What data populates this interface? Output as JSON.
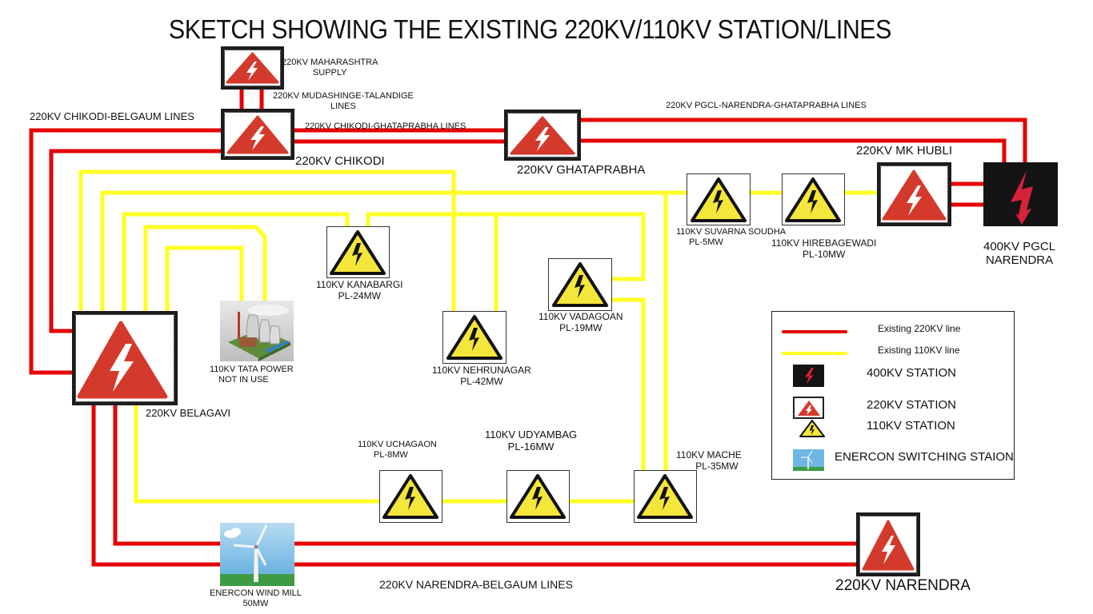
{
  "title": "SKETCH SHOWING THE EXISTING 220KV/110KV STATION/LINES",
  "colors": {
    "line_220kv": "#e60000",
    "line_110kv": "#ffff22",
    "icon_220kv": "#d33a2c",
    "icon_400kv": "#d8213a",
    "icon_110kv": "#f4e63a"
  },
  "stations": {
    "maharashtra": {
      "type": "220kv",
      "line1": "220KV MAHARASHTRA",
      "line2": "SUPPLY"
    },
    "chikodi": {
      "type": "220kv",
      "label": "220KV CHIKODI"
    },
    "ghataprabha": {
      "type": "220kv",
      "label": "220KV GHATAPRABHA"
    },
    "mk_hubli": {
      "type": "220kv",
      "label": "220KV MK HUBLI"
    },
    "pgcl_narendra": {
      "type": "400kv",
      "line1": "400KV PGCL",
      "line2": "NARENDRA"
    },
    "belagavi": {
      "type": "220kv",
      "label": "220KV BELAGAVI"
    },
    "narendra": {
      "type": "220kv",
      "label": "220KV NARENDRA"
    },
    "suvarna_soudha": {
      "type": "110kv",
      "line1": "110KV SUVARNA SOUDHA",
      "line2": "PL-5MW"
    },
    "hirebagewadi": {
      "type": "110kv",
      "line1": "110KV HIREBAGEWADI",
      "line2": "PL-10MW"
    },
    "kanabargi": {
      "type": "110kv",
      "line1": "110KV KANABARGI",
      "line2": "PL-24MW"
    },
    "nehrunagar": {
      "type": "110kv",
      "line1": "110KV NEHRUNAGAR",
      "line2": "PL-42MW"
    },
    "vadagoan": {
      "type": "110kv",
      "line1": "110KV VADAGOAN",
      "line2": "PL-19MW"
    },
    "uchagaon": {
      "type": "110kv",
      "line1": "110KV UCHAGAON",
      "line2": "PL-8MW"
    },
    "udyambag": {
      "type": "110kv",
      "line1": "110KV UDYAMBAG",
      "line2": "PL-16MW"
    },
    "mache": {
      "type": "110kv",
      "line1": "110KV MACHE",
      "line2": "PL-35MW"
    },
    "tata_power": {
      "type": "power-plant",
      "line1": "110KV TATA POWER",
      "line2": "NOT IN USE"
    },
    "enercon": {
      "type": "wind-mill",
      "line1": "ENERCON WIND MILL",
      "line2": "50MW"
    }
  },
  "line_labels": {
    "mudashinge": {
      "line1": "220KV MUDASHINGE-TALANDIGE",
      "line2": "LINES"
    },
    "chikodi_belgaum": "220KV CHIKODI-BELGAUM LINES",
    "chikodi_ghataprabha": "220KV CHIKODI-GHATAPRABHA LINES",
    "pgcl_narendra_ghataprabha": "220KV PGCL-NARENDRA-GHATAPRABHA LINES",
    "narendra_belgaum": "220KV NARENDRA-BELGAUM LINES"
  },
  "legend": {
    "items": [
      {
        "icon": "red-line",
        "label": "Existing 220KV line"
      },
      {
        "icon": "yellow-line",
        "label": "Existing 110KV line"
      },
      {
        "icon": "400kv-station-icon",
        "label": "400KV STATION"
      },
      {
        "icon": "220kv-station-icon",
        "label": "220KV STATION"
      },
      {
        "icon": "110kv-station-icon",
        "label": "110KV STATION"
      },
      {
        "icon": "wind-mill-icon",
        "label": "ENERCON SWITCHING STAION"
      }
    ]
  }
}
